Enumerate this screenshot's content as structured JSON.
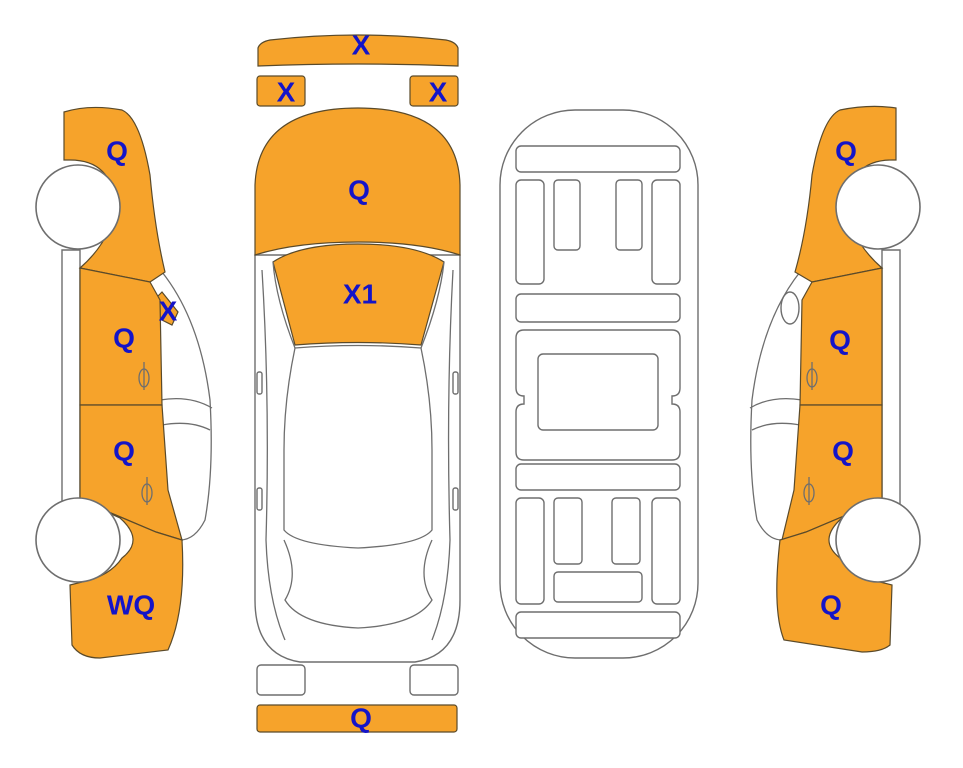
{
  "colors": {
    "damaged_fill": "#f6a32b",
    "label_color": "#1414c8",
    "outline": "#6e6e6e"
  },
  "labels": {
    "front_bumper_top": "X",
    "front_left_light": "X",
    "front_right_light": "X",
    "hood": "Q",
    "windshield": "X1",
    "rear_bumper": "Q",
    "left_front_fender": "Q",
    "left_mirror": "X",
    "left_front_door": "Q",
    "left_rear_door": "Q",
    "left_rear_quarter": "WQ",
    "right_front_fender": "Q",
    "right_front_door": "Q",
    "right_rear_door": "Q",
    "right_rear_quarter": "Q"
  }
}
